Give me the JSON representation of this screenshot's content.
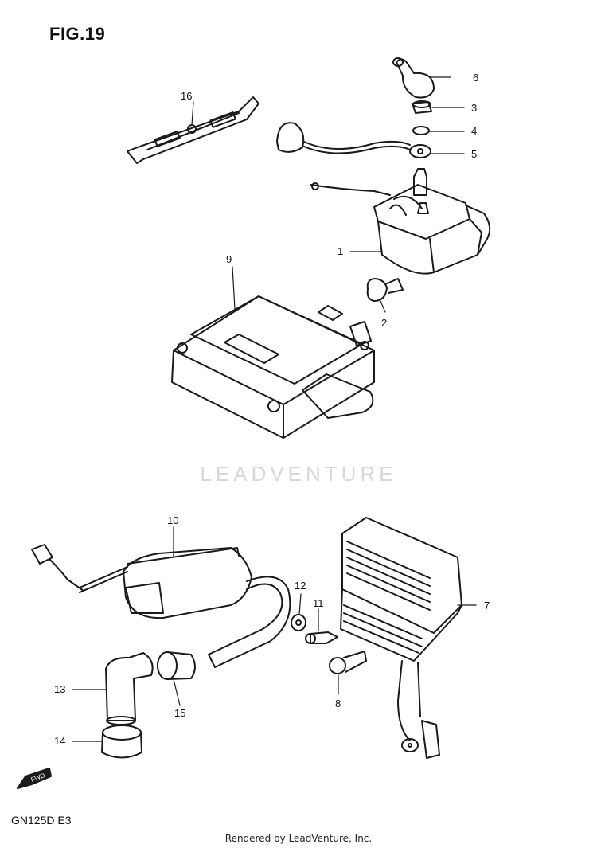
{
  "title": "FIG.19",
  "model": "GN125D  E3",
  "footer": "Rendered by LeadVenture, Inc.",
  "watermark": "LEADVENTURE",
  "fwd_label": "FWD",
  "callouts": [
    "1",
    "2",
    "3",
    "4",
    "5",
    "6",
    "7",
    "8",
    "9",
    "10",
    "11",
    "12",
    "13",
    "14",
    "15",
    "16"
  ],
  "colors": {
    "ink": "#1a1a1a",
    "watermark": "#d8d8d8"
  }
}
